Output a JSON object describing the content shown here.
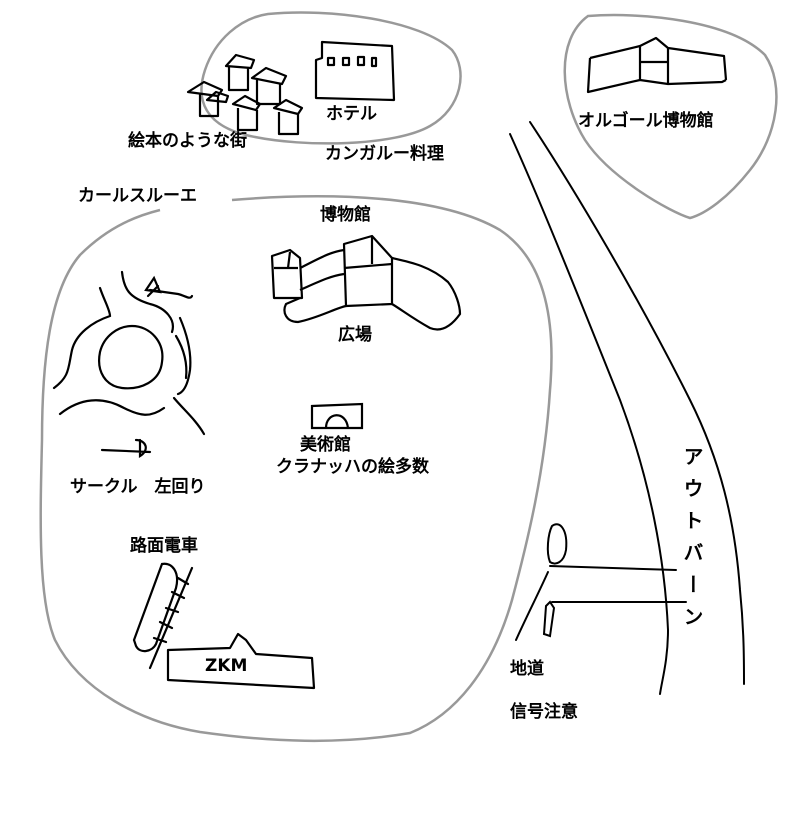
{
  "labels": {
    "hotel": "ホテル",
    "picturebook_town": "絵本のような街",
    "kangaroo": "カンガルー料理",
    "karlsruhe": "カールスルーエ",
    "museum_top": "博物館",
    "plaza": "広場",
    "art_museum": "美術館",
    "cranach": "クラナッハの絵多数",
    "circle": "サークル　左回り",
    "tram": "路面電車",
    "zkm": "ZKM",
    "music_box_museum": "オルゴール博物館",
    "autobahn": "アウトバーン",
    "underpass": "地道",
    "signal_caution": "信号注意"
  },
  "colors": {
    "ink": "#000000",
    "outline": "#999999",
    "background": "#ffffff"
  }
}
